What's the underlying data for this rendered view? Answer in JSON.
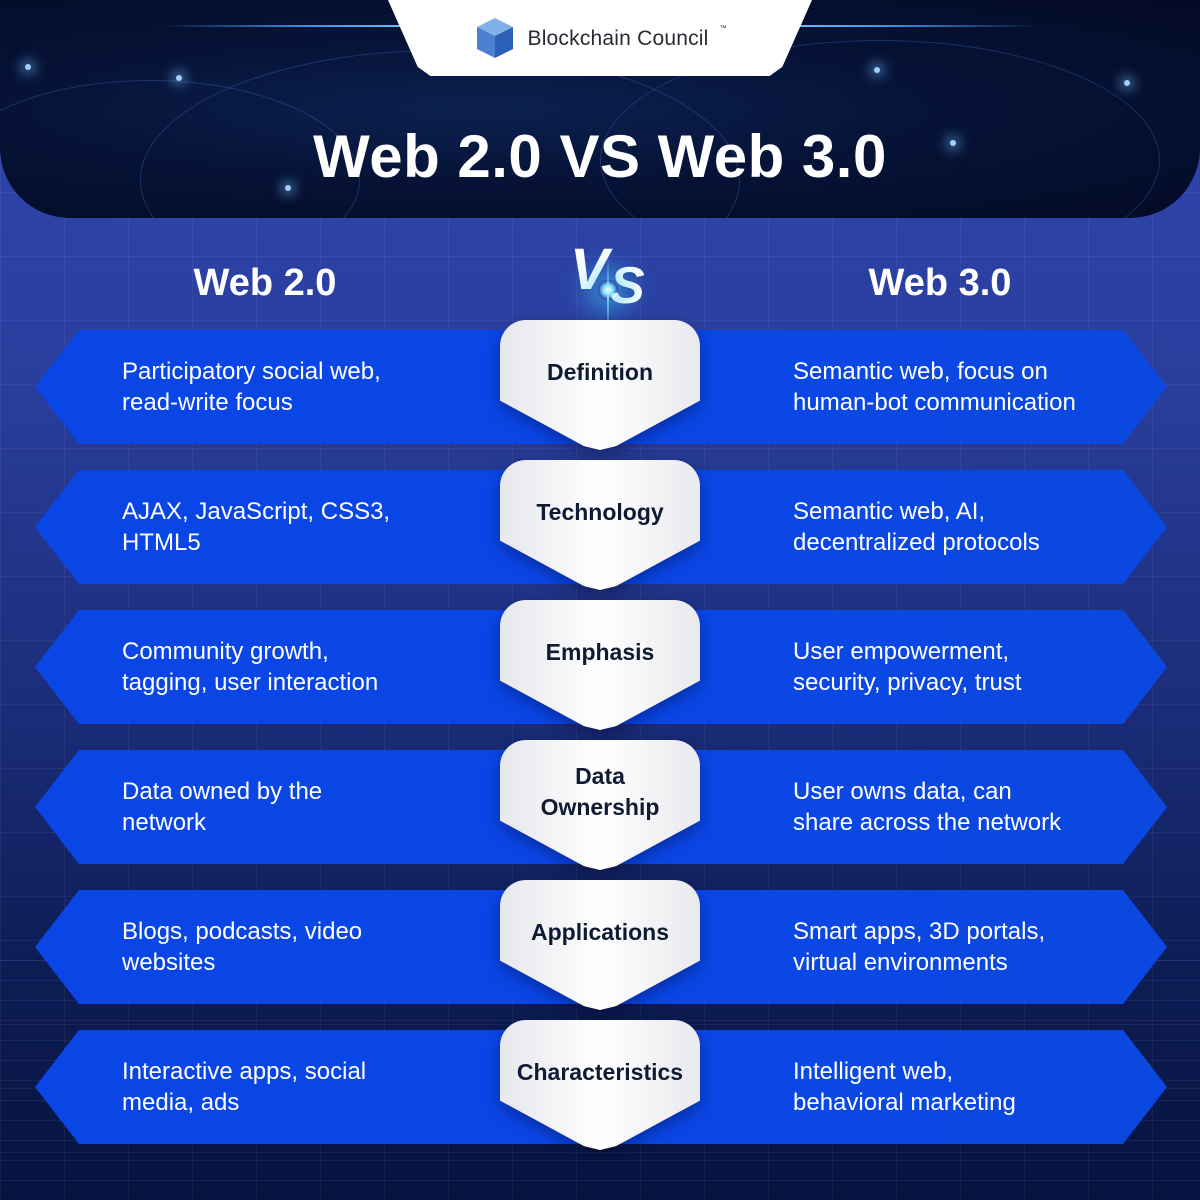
{
  "brand": {
    "name": "Blockchain Council",
    "trademark": "™",
    "logo_icon": "blue-cube-icon"
  },
  "header": {
    "title": "Web 2.0 VS Web 3.0"
  },
  "columns": {
    "left_title": "Web 2.0",
    "right_title": "Web 3.0",
    "vs_v": "V",
    "vs_s": "S"
  },
  "colors": {
    "band_blue": "#0a46e6",
    "background_top": "#2f46b0",
    "background_bottom": "#061340",
    "header_navy": "#061337",
    "badge_white": "#ffffff",
    "badge_text": "#0f1a33"
  },
  "rows": [
    {
      "category": "Definition",
      "web2": "Participatory social web,\nread-write focus",
      "web3": "Semantic web, focus on\nhuman-bot communication"
    },
    {
      "category": "Technology",
      "web2": "AJAX, JavaScript, CSS3,\nHTML5",
      "web3": "Semantic web, AI,\ndecentralized protocols"
    },
    {
      "category": "Emphasis",
      "web2": "Community growth,\ntagging, user interaction",
      "web3": "User empowerment,\nsecurity, privacy, trust"
    },
    {
      "category": "Data\nOwnership",
      "web2": "Data owned by the\nnetwork",
      "web3": "User owns data, can\nshare across the network"
    },
    {
      "category": "Applications",
      "web2": "Blogs, podcasts, video\nwebsites",
      "web3": "Smart apps, 3D portals,\nvirtual environments"
    },
    {
      "category": "Characteristics",
      "web2": "Interactive apps, social\nmedia, ads",
      "web3": "Intelligent web,\nbehavioral marketing"
    }
  ]
}
